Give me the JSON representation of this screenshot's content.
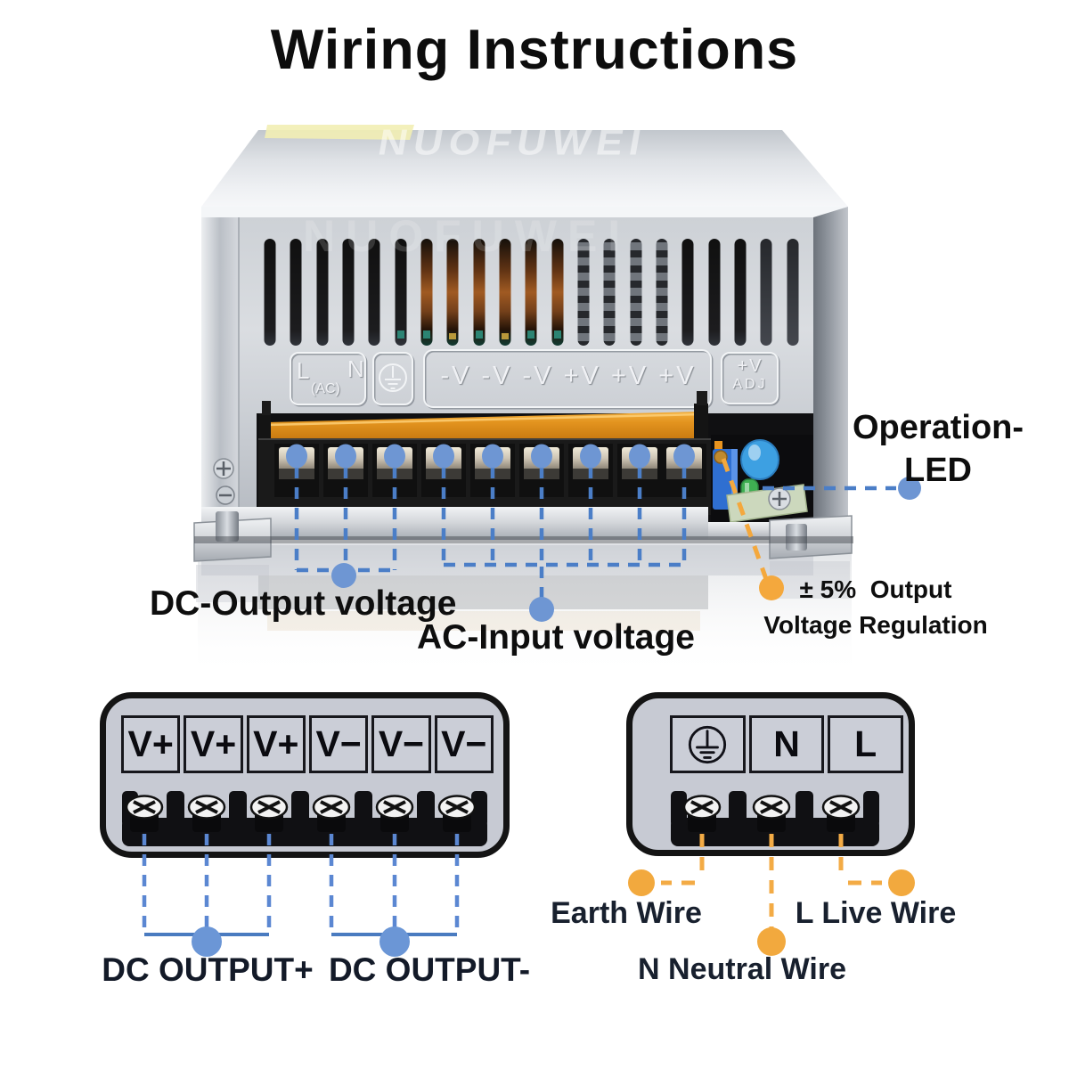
{
  "title": "Wiring Instructions",
  "watermarks": {
    "top_face": "NUOFUWEI",
    "front_face": "NUOFUWEI"
  },
  "psu_panel": {
    "live": "L",
    "ac": "(AC)",
    "neutral": "N",
    "dc_terminals_row": "-V -V -V +V +V +V",
    "adj_line1": "+V",
    "adj_line2": "ADJ"
  },
  "callouts": {
    "dc_output": "DC-Output voltage",
    "ac_input": "AC-Input voltage",
    "operation_led_line1": "Operation-",
    "operation_led_line2": "LED",
    "regulation_line1": "± 5%  Output",
    "regulation_line2": "Voltage Regulation"
  },
  "dc_diagram": {
    "terminals": [
      "V+",
      "V+",
      "V+",
      "V−",
      "V−",
      "V−"
    ],
    "label_positive": "DC OUTPUT+",
    "label_negative": "DC OUTPUT-"
  },
  "ac_diagram": {
    "earth_icon": "earth-ground-icon",
    "neutral": "N",
    "live": "L",
    "label_earth": "Earth Wire",
    "label_neutral": "N Neutral Wire",
    "label_live": "L Live Wire"
  },
  "colors": {
    "annotation_blue": "#4b7ec7",
    "annotation_blue_dot": "#6e96d3",
    "annotation_orange": "#f4a83d",
    "busbar_copper": "#d98a1a",
    "label_dark_navy": "#18202e"
  }
}
